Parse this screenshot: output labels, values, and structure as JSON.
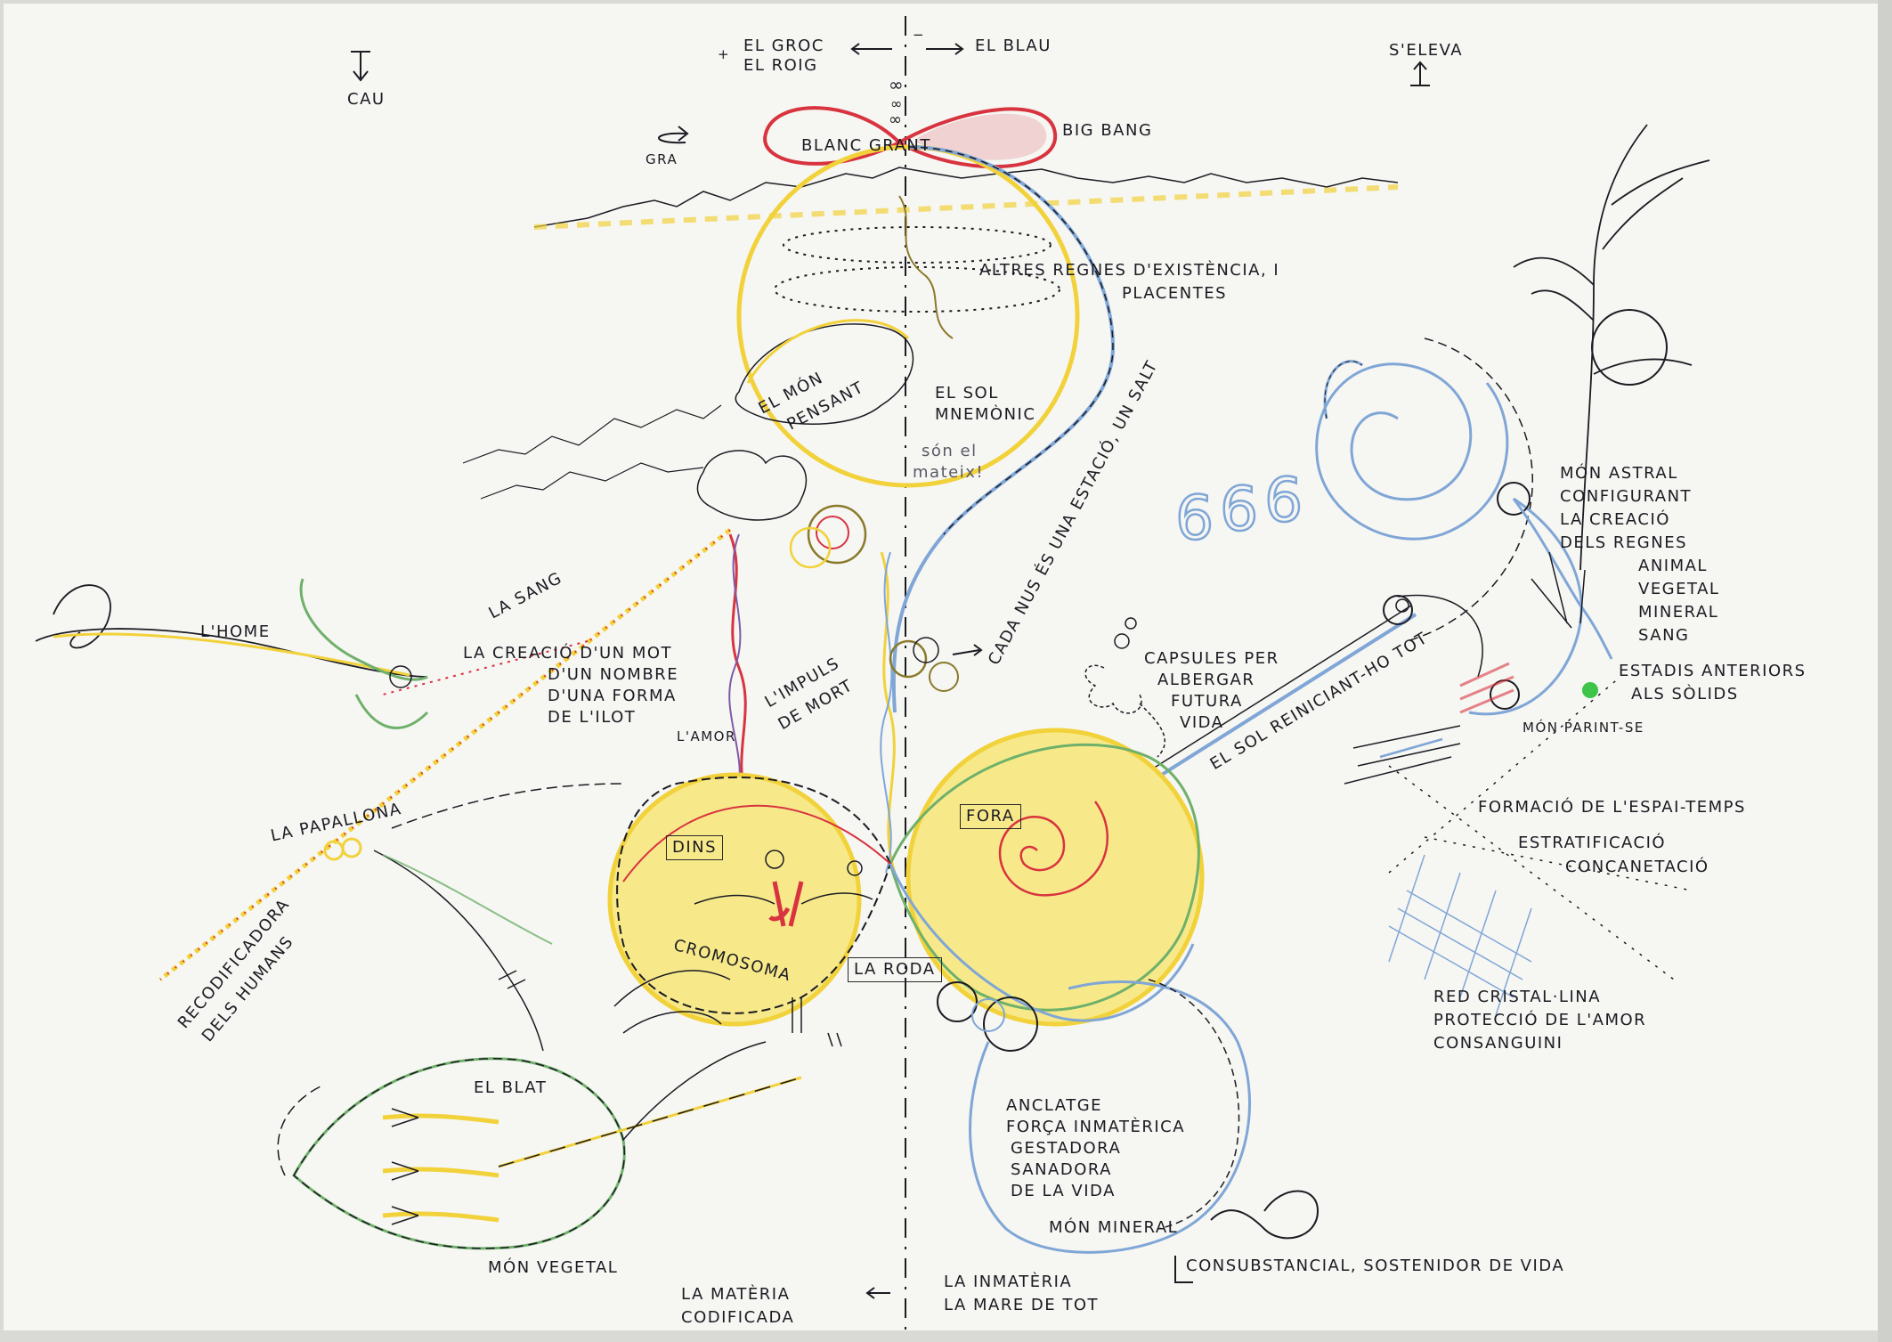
{
  "labels": {
    "cau": "CAU",
    "seleva": "S'ELEVA",
    "el_groc": "EL GROC",
    "el_roig": "EL ROIG",
    "el_blau": "EL BLAU",
    "plus": "+",
    "minus": "−",
    "blanc_grant": "BLANC GRANT",
    "big_bang": "BIG BANG",
    "gra": "GRA",
    "altres_regnes": "ALTRES REGNES D'EXISTÈNCIA, I",
    "placentes": "PLACENTES",
    "el_mon_pensant_1": "EL MÓN",
    "el_mon_pensant_2": "PENSANT",
    "el_sol_mnemonic_1": "EL SOL",
    "el_sol_mnemonic_2": "MNEMÒNIC",
    "son_el_mateix_1": "són el",
    "son_el_mateix_2": "mateix!",
    "cada_nus": "CADA NUS ÉS UNA ESTACIÓ, UN SALT",
    "la_sang": "LA SANG",
    "lhome": "L'HOME",
    "la_creacio_1": "LA CREACIÓ D'UN MOT",
    "la_creacio_2": "D'UN NOMBRE",
    "la_creacio_3": "D'UNA FORMA",
    "la_creacio_4": "DE L'ILOT",
    "limpuls_1": "L'IMPULS",
    "limpuls_2": "DE MORT",
    "lamor": "L'AMOR",
    "capsules_1": "CAPSULES PER",
    "capsules_2": "ALBERGAR",
    "capsules_3": "FUTURA",
    "capsules_4": "VIDA",
    "el_sol_reiniciant": "EL SOL REINICIANT-HO TOT",
    "mon_astral_1": "MÓN ASTRAL",
    "mon_astral_2": "CONFIGURANT",
    "mon_astral_3": "LA CREACIÓ",
    "mon_astral_4": "DELS REGNES",
    "mon_astral_5": "ANIMAL",
    "mon_astral_6": "VEGETAL",
    "mon_astral_7": "MINERAL",
    "mon_astral_8": "SANG",
    "estadis_1": "ESTADIS ANTERIORS",
    "estadis_2": "ALS SÒLIDS",
    "mon_parint": "MÓN PARINT-SE",
    "formacio": "FORMACIÓ DE L'ESPAI-TEMPS",
    "estratificacio": "ESTRATIFICACIÓ",
    "concanetacio": "CONCANETACIÓ",
    "red_1": "RED CRISTAL·LINA",
    "red_2": "PROTECCIÓ DE L'AMOR",
    "red_3": "CONSANGUINI",
    "la_papallona": "LA PAPALLONA",
    "recodificadora_1": "RECODIFICADORA",
    "recodificadora_2": "DELS HUMANS",
    "dins": "DINS",
    "fora": "FORA",
    "cromosoma": "CROMOSOMA",
    "la_roda": "LA RODA",
    "el_blat": "EL BLAT",
    "anclatge_1": "ANCLATGE",
    "anclatge_2": "FORÇA INMATÈRICA",
    "anclatge_3": "GESTADORA",
    "anclatge_4": "SANADORA",
    "anclatge_5": "DE LA VIDA",
    "mon_mineral": "MÓN MINERAL",
    "consubstancial": "CONSUBSTANCIAL, SOSTENIDOR DE VIDA",
    "mon_vegetal": "MÓN VEGETAL",
    "la_materia_1": "LA MATÈRIA",
    "la_materia_2": "CODIFICADA",
    "la_inmateria_1": "LA INMATÈRIA",
    "la_inmateria_2": "LA MARE DE TOT"
  },
  "colors": {
    "paper": "#f6f6f3",
    "ink": "#1b1b22",
    "red": "#d8343f",
    "yellow": "#f2d23a",
    "yellow_fill": "#f7e98a",
    "blue": "#7fa6d6",
    "green": "#6fb06a",
    "dot_green": "#3ec449"
  }
}
